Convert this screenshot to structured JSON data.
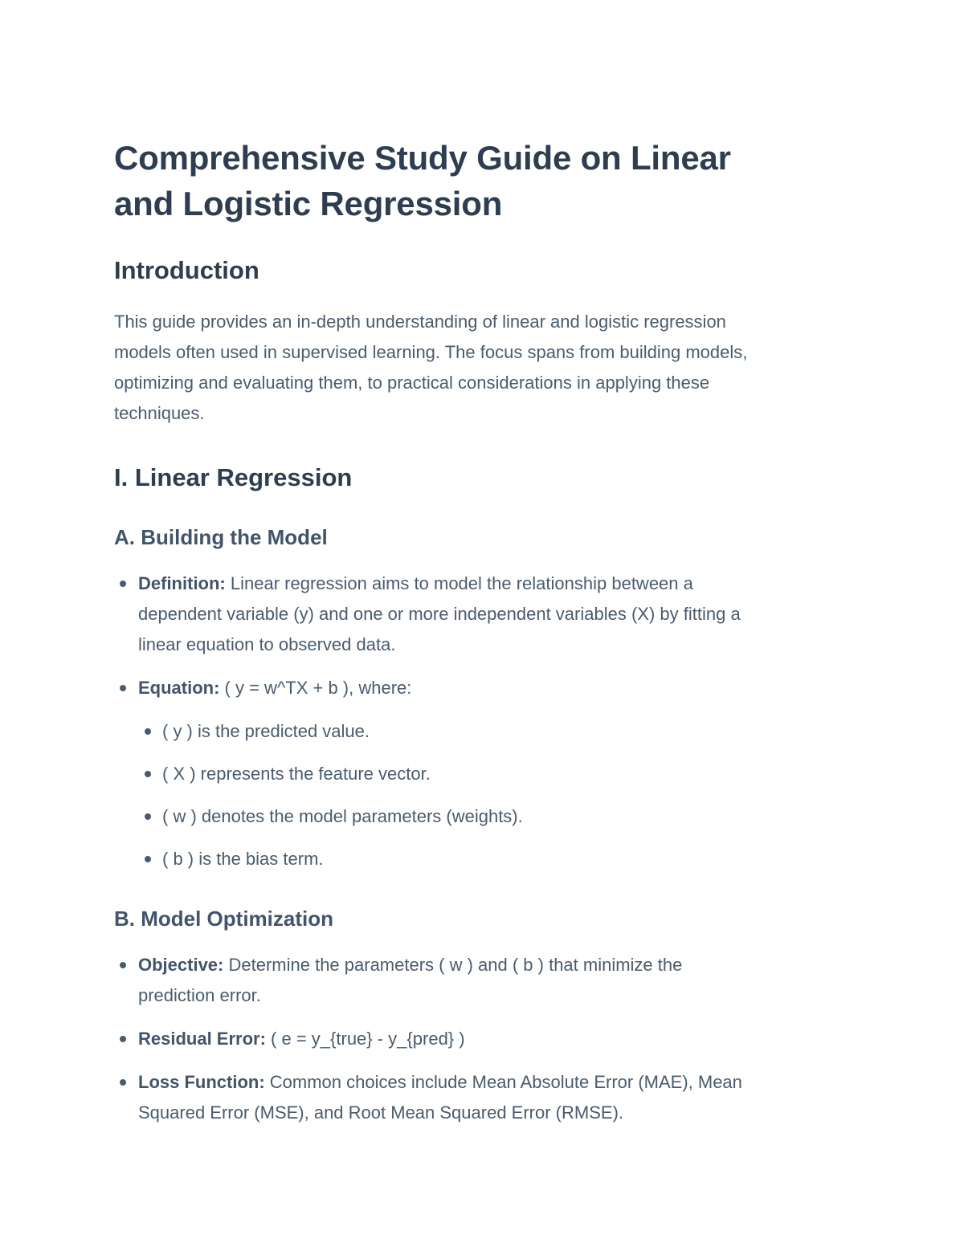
{
  "theme": {
    "background": "#ffffff",
    "heading_color": "#2e3d4f",
    "subheading_color": "#42546a",
    "body_color": "#4b5b6d"
  },
  "doc": {
    "title": "Comprehensive Study Guide on Linear and Logistic Regression",
    "intro": {
      "heading": "Introduction",
      "paragraph": "This guide provides an in-depth understanding of linear and logistic regression models often used in supervised learning. The focus spans from building models, optimizing and evaluating them, to practical considerations in applying these techniques."
    },
    "section1": {
      "heading": "I. Linear Regression",
      "subsection_a": {
        "heading": "A. Building the Model",
        "items": [
          {
            "label": "Definition:",
            "text": " Linear regression aims to model the relationship between a dependent variable (y) and one or more independent variables (X) by fitting a linear equation to observed data."
          },
          {
            "label": "Equation:",
            "text": " ( y = w^TX + b ), where:"
          }
        ],
        "equation_sub_items": [
          "( y ) is the predicted value.",
          "( X ) represents the feature vector.",
          "( w ) denotes the model parameters (weights).",
          "( b ) is the bias term."
        ]
      },
      "subsection_b": {
        "heading": "B. Model Optimization",
        "items": [
          {
            "label": "Objective:",
            "text": " Determine the parameters ( w ) and ( b ) that minimize the prediction error."
          },
          {
            "label": "Residual Error:",
            "text": " ( e = y_{true} - y_{pred} )"
          },
          {
            "label": "Loss Function:",
            "text": " Common choices include Mean Absolute Error (MAE), Mean Squared Error (MSE), and Root Mean Squared Error (RMSE)."
          }
        ]
      }
    }
  }
}
